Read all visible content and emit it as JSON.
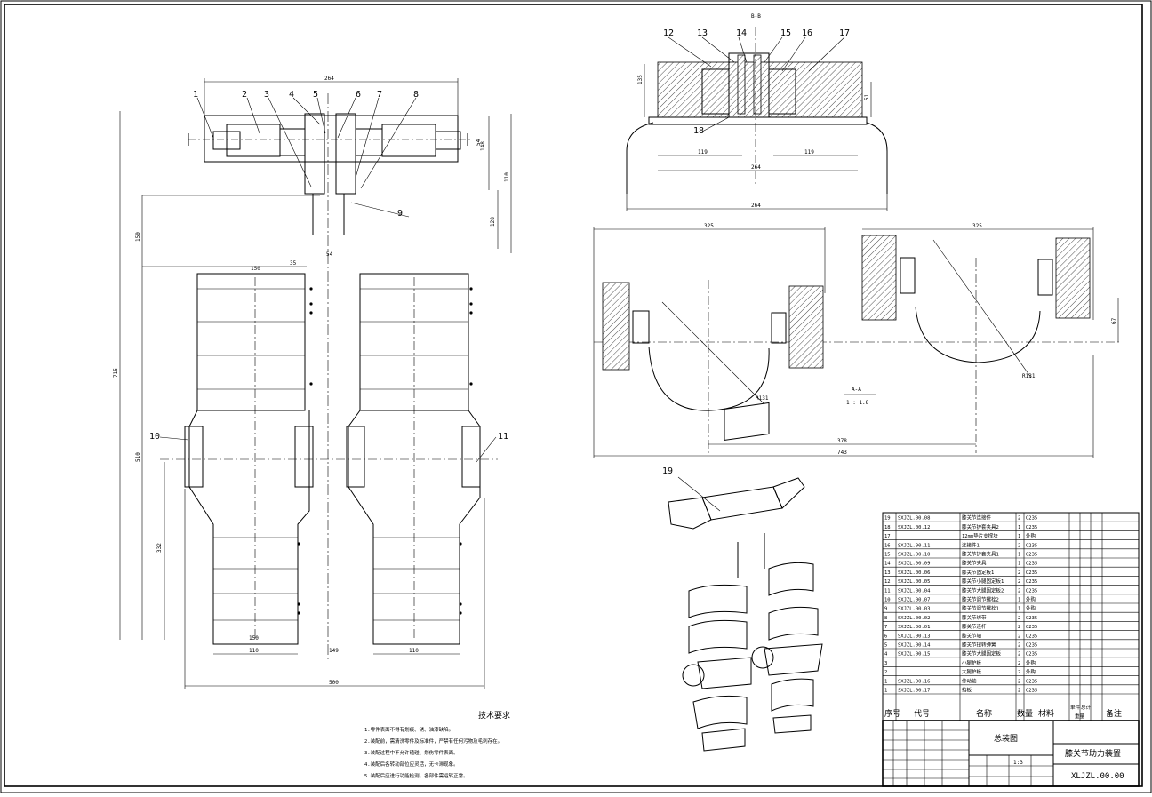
{
  "balloons": [
    "1",
    "2",
    "3",
    "4",
    "5",
    "6",
    "7",
    "8",
    "9",
    "10",
    "11",
    "12",
    "13",
    "14",
    "15",
    "16",
    "17",
    "18",
    "19"
  ],
  "section_labels": {
    "b_b": "B-B",
    "a_a": "A-A",
    "a_a_scale": "1 : 1.8"
  },
  "dims_front": {
    "top_width": "264",
    "d_148": "148",
    "d_54": "54",
    "d_110": "110",
    "d_150": "150",
    "d_128": "128",
    "d_35": "35",
    "d_54b": "54",
    "d_715": "715",
    "d_510": "510",
    "d_500": "500",
    "d_332": "332",
    "d_149": "149",
    "d_110b": "110",
    "d_110c": "110"
  },
  "dims_bb": {
    "d_135": "135",
    "d_51": "51",
    "d_119a": "119",
    "d_264": "264",
    "d_119b": "119",
    "d_264b": "264"
  },
  "dims_aa": {
    "d_325a": "325",
    "d_325b": "325",
    "d_67": "67",
    "d_378": "378",
    "d_743": "743",
    "r_131a": "R131",
    "r_131b": "R131"
  },
  "tech": {
    "title": "技术要求",
    "lines": [
      "1.零件表面不得有划痕、锈、油漆缺陷。",
      "2.装配前，需清洗零件及标准件，严禁有任何污物及毛刺存在。",
      "3.装配过程中不允许磕碰、划伤零件表面。",
      "4.装配后各转动部位应灵活，无卡滞现象。",
      "5.装配后应进行功能检测，各部件需运转正常。"
    ]
  },
  "bom": {
    "rows": [
      {
        "no": "19",
        "code": "SXJZL.00.08",
        "name": "膝关节连接件",
        "qty": "2",
        "mat": "Q235"
      },
      {
        "no": "18",
        "code": "SXJZL.00.12",
        "name": "膝关节护套夹具2",
        "qty": "1",
        "mat": "Q235"
      },
      {
        "no": "17",
        "code": "",
        "name": "12mm垫片支撑块",
        "qty": "1",
        "mat": "外购"
      },
      {
        "no": "16",
        "code": "SXJZL.00.11",
        "name": "连接件1",
        "qty": "2",
        "mat": "Q235"
      },
      {
        "no": "15",
        "code": "SXJZL.00.10",
        "name": "膝关节护套夹具1",
        "qty": "1",
        "mat": "Q235"
      },
      {
        "no": "14",
        "code": "SXJZL.00.09",
        "name": "膝关节夹具",
        "qty": "1",
        "mat": "Q235"
      },
      {
        "no": "13",
        "code": "SXJZL.00.06",
        "name": "膝关节固定板1",
        "qty": "2",
        "mat": "Q235"
      },
      {
        "no": "12",
        "code": "SXJZL.00.05",
        "name": "膝关节小腿固定板1",
        "qty": "2",
        "mat": "Q235"
      },
      {
        "no": "11",
        "code": "SXJZL.00.04",
        "name": "膝关节大腿固定板2",
        "qty": "2",
        "mat": "Q235"
      },
      {
        "no": "10",
        "code": "SXJZL.00.07",
        "name": "膝关节调节螺栓2",
        "qty": "1",
        "mat": "外购"
      },
      {
        "no": "9",
        "code": "SXJZL.00.03",
        "name": "膝关节调节螺栓1",
        "qty": "1",
        "mat": "外购"
      },
      {
        "no": "8",
        "code": "SXJZL.00.02",
        "name": "膝关节绑带",
        "qty": "2",
        "mat": "Q235"
      },
      {
        "no": "7",
        "code": "SXJZL.00.01",
        "name": "膝关节连杆",
        "qty": "2",
        "mat": "Q235"
      },
      {
        "no": "6",
        "code": "SXJZL.00.13",
        "name": "膝关节轴",
        "qty": "2",
        "mat": "Q235"
      },
      {
        "no": "5",
        "code": "SXJZL.00.14",
        "name": "膝关节扭转弹簧",
        "qty": "2",
        "mat": "Q235"
      },
      {
        "no": "4",
        "code": "SXJZL.00.15",
        "name": "膝关节大腿固定板",
        "qty": "2",
        "mat": "Q235"
      },
      {
        "no": "3",
        "code": "",
        "name": "小腿护板",
        "qty": "2",
        "mat": "外购"
      },
      {
        "no": "2",
        "code": "",
        "name": "大腿护板",
        "qty": "2",
        "mat": "外购"
      },
      {
        "no": "1",
        "code": "SXJZL.00.16",
        "name": "传动轴",
        "qty": "2",
        "mat": "Q235"
      },
      {
        "no": "1",
        "code": "SXJZL.00.17",
        "name": "挡板",
        "qty": "2",
        "mat": "Q235"
      }
    ],
    "header": {
      "no": "序号",
      "code": "代号",
      "name": "名称",
      "qty": "数量",
      "mat": "材料",
      "unit_weight": "单件",
      "total_weight": "总计",
      "weight": "重量",
      "remark": "备注"
    }
  },
  "titleblock": {
    "drawing_type": "总装图",
    "product_name": "膝关节助力装置",
    "drawing_no": "XLJZL.00.00",
    "scale": "1:3"
  }
}
